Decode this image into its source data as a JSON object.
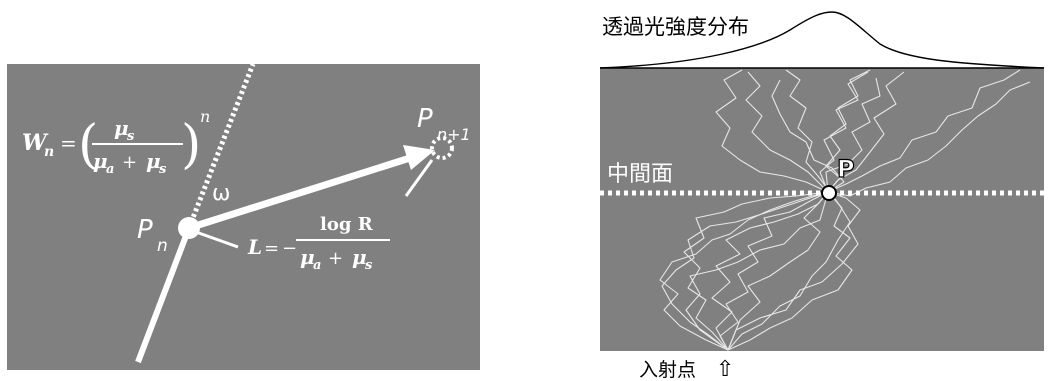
{
  "left_diagram": {
    "weight_formula": {
      "lhs": "W",
      "lhs_sub": "n",
      "equals": "=",
      "num": "μ",
      "num_sub": "s",
      "den_a": "μ",
      "den_a_sub": "a",
      "plus": "+",
      "den_b": "μ",
      "den_b_sub": "s",
      "exponent": "n"
    },
    "omega_label": "ω",
    "point_current": {
      "letter": "P",
      "sub": "n"
    },
    "point_next": {
      "letter": "P",
      "sub": "n+1"
    },
    "step_formula": {
      "lhs": "L",
      "equals": "=",
      "minus": "−",
      "num": "log R",
      "den_a": "μ",
      "den_a_sub": "a",
      "plus": "+",
      "den_b": "μ",
      "den_b_sub": "s"
    }
  },
  "right_diagram": {
    "distribution_label": "透過光強度分布",
    "mid_plane_label": "中間面",
    "point_label": "P",
    "incident_label": "入射点",
    "incident_arrow": "⇧"
  },
  "colors": {
    "panel_bg": "#808080",
    "white": "#ffffff",
    "path_line": "#e6e6e6"
  }
}
